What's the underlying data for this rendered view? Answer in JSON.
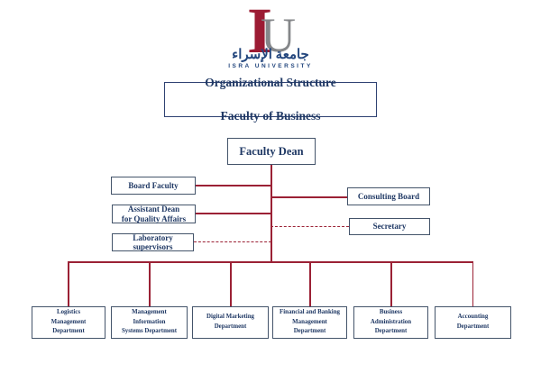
{
  "logo": {
    "mark_i": "I",
    "mark_u": "U",
    "arabic_name": "جامعة الإسراء",
    "english_name": "ISRA UNIVERSITY"
  },
  "title": {
    "line1": "Organizational Structure",
    "line2": "Faculty of Business"
  },
  "chart": {
    "dean_label": "Faculty Dean",
    "left_branches": [
      {
        "label": "Board Faculty",
        "link_style": "solid"
      },
      {
        "label": "Assistant Dean\nfor Quality Affairs",
        "link_style": "solid"
      },
      {
        "label": "Laboratory\nsupervisors",
        "link_style": "dashed"
      }
    ],
    "right_branches": [
      {
        "label": "Consulting Board",
        "link_style": "solid"
      },
      {
        "label": "Secretary",
        "link_style": "dashed"
      }
    ],
    "departments": [
      {
        "label": "Logistics\nManagement\nDepartment"
      },
      {
        "label": "Management\nInformation\nSystems Department"
      },
      {
        "label": "Digital Marketing\nDepartment"
      },
      {
        "label": "Financial and Banking\nManagement\nDepartment"
      },
      {
        "label": "Business\nAdministration\nDepartment"
      },
      {
        "label": "Accounting\nDepartment"
      }
    ]
  },
  "colors": {
    "connector_red": "#9B2135",
    "text_navy": "#1F3864",
    "box_border": "#44546A",
    "logo_maroon": "#9C1B33",
    "logo_gray": "#85878A",
    "logo_blue": "#24477E"
  }
}
